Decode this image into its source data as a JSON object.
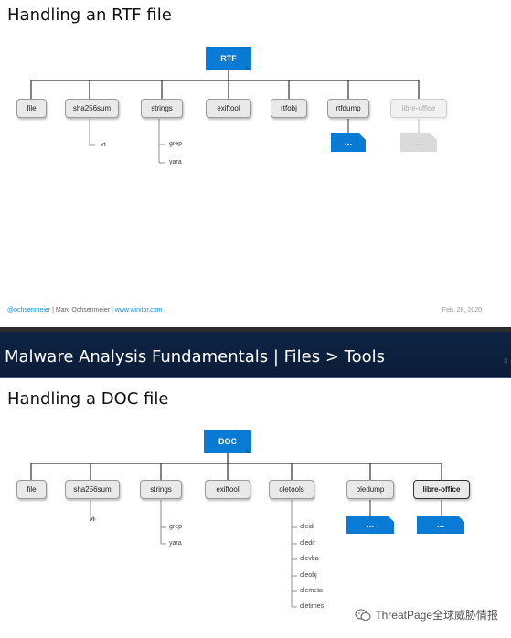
{
  "slide1": {
    "title": "Handling an RTF file",
    "root": "RTF",
    "tools": [
      "file",
      "sha256sum",
      "strings",
      "exiftool",
      "rtfobj",
      "rtfdump",
      "libre-office"
    ],
    "sub": {
      "sha256sum": [
        "vt"
      ],
      "strings": [
        "grep",
        "yara"
      ]
    },
    "tiles": [
      "...",
      "..."
    ],
    "footer": {
      "handle": "@ochsenmeier",
      "sep1": " | ",
      "author": "Marc Ochsenmeier",
      "sep2": " | ",
      "site": "www.winitor.com",
      "date": "Feb. 28, 2020"
    }
  },
  "banner": {
    "text": "Malware Analysis Fundamentals | Files > Tools",
    "slide_number": "3"
  },
  "slide2": {
    "title": "Handling a DOC file",
    "root": "DOC",
    "tools": [
      "file",
      "sha256sum",
      "strings",
      "exiftool",
      "oletools",
      "oledump",
      "libre-office"
    ],
    "sub": {
      "sha256sum": [
        "vt"
      ],
      "strings": [
        "grep",
        "yara"
      ],
      "oletools": [
        "oleid",
        "oledir",
        "olevba",
        "oleobj",
        "olemeta",
        "oletimes"
      ]
    },
    "tiles": [
      "...",
      "..."
    ]
  },
  "watermark": {
    "text": "ThreatPage全球威胁情报",
    "icon": "wechat-icon"
  },
  "colors": {
    "accent": "#0a7bd4",
    "banner": "#0f2445",
    "link": "#1a8fd8"
  }
}
